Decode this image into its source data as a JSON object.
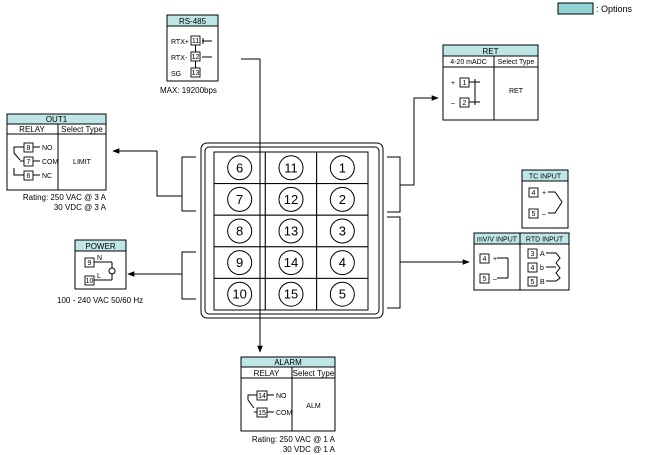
{
  "legend": {
    "label": ": Options",
    "color": "#8fd3d3"
  },
  "rs485": {
    "title": "RS-485",
    "pins": [
      {
        "label": "RTX+",
        "num": "11"
      },
      {
        "label": "RTX-",
        "num": "12"
      },
      {
        "label": "SG",
        "num": "13"
      }
    ],
    "note": "MAX: 19200bps"
  },
  "out1": {
    "title": "OUT1",
    "col1": "RELAY",
    "col2": "Select Type",
    "terminals": [
      {
        "num": "8",
        "label": "NO"
      },
      {
        "num": "7",
        "label": "COM"
      },
      {
        "num": "6",
        "label": "NC"
      }
    ],
    "type": "LIMIT",
    "rating1": "Rating: 250 VAC @ 3 A",
    "rating2": "30 VDC @ 3 A"
  },
  "power": {
    "title": "POWER",
    "terminals": [
      {
        "num": "9",
        "label": "N"
      },
      {
        "num": "10",
        "label": "L"
      }
    ],
    "note": "100 - 240 VAC 50/60 Hz"
  },
  "ret": {
    "title": "RET",
    "col1": "4-20 mADC",
    "col2": "Select Type",
    "terminals": [
      {
        "num": "1",
        "label": "+"
      },
      {
        "num": "2",
        "label": "–"
      }
    ],
    "type": "RET"
  },
  "tc": {
    "title": "TC INPUT",
    "terminals": [
      {
        "num": "4",
        "label": "+"
      },
      {
        "num": "5",
        "label": "–"
      }
    ]
  },
  "mv": {
    "title": "mV/V INPUT",
    "terminals": [
      {
        "num": "4",
        "label": "+"
      },
      {
        "num": "5",
        "label": "–"
      }
    ]
  },
  "rtd": {
    "title": "RTD INPUT",
    "terminals": [
      {
        "num": "3",
        "label": "A"
      },
      {
        "num": "4",
        "label": "b"
      },
      {
        "num": "5",
        "label": "B"
      }
    ]
  },
  "alarm": {
    "title": "ALARM",
    "col1": "RELAY",
    "col2": "Select Type",
    "terminals": [
      {
        "num": "14",
        "label": "NO"
      },
      {
        "num": "15",
        "label": "COM"
      }
    ],
    "type": "ALM",
    "rating1": "Rating: 250 VAC @ 1 A",
    "rating2": "30 VDC @ 1 A"
  },
  "terminal_block": {
    "rows": [
      [
        "6",
        "11",
        "1"
      ],
      [
        "7",
        "12",
        "2"
      ],
      [
        "8",
        "13",
        "3"
      ],
      [
        "9",
        "14",
        "4"
      ],
      [
        "10",
        "15",
        "5"
      ]
    ]
  }
}
